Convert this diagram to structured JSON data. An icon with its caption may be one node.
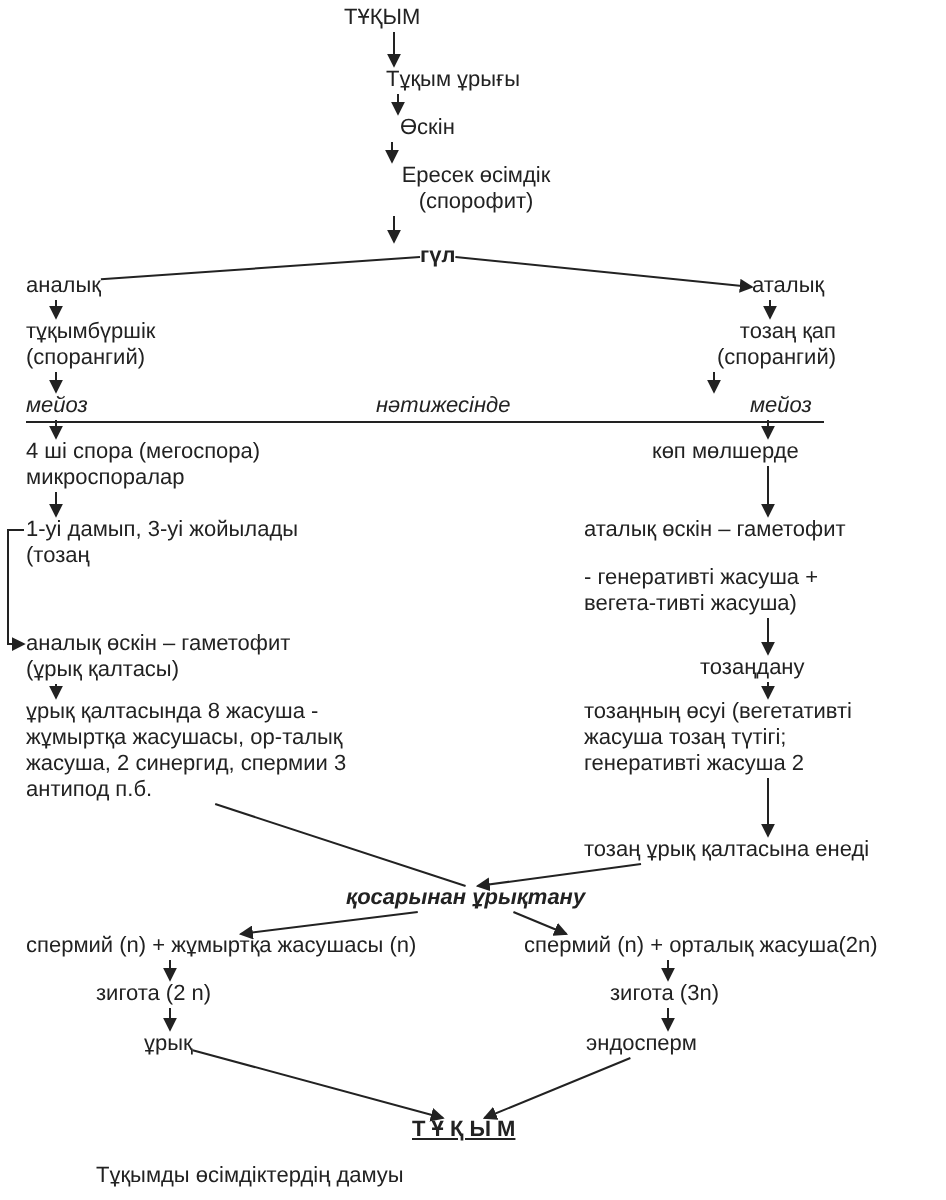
{
  "diagram": {
    "caption": "Тұқымды өсімдіктердің дамуы",
    "nodes": [
      {
        "text": [
          "ТҰҚЫМ"
        ]
      },
      {
        "text": [
          "Тұқым ұрығы"
        ]
      },
      {
        "text": [
          "Өскін"
        ]
      },
      {
        "text": [
          "Ересек өсімдік (спорофит)"
        ]
      },
      {
        "text": [
          "гүл"
        ]
      },
      {
        "text": [
          "аналық"
        ]
      },
      {
        "text": [
          "аталық"
        ]
      },
      {
        "text": [
          "тұқымбүршік (спорангий)"
        ]
      },
      {
        "text": [
          "тозаң қап (спорангий)"
        ]
      },
      {
        "text": [
          "мейоз"
        ]
      },
      {
        "text": [
          "нәтижесінде"
        ]
      },
      {
        "text": [
          "мейоз"
        ]
      },
      {
        "text": [
          "4 ші спора (мегоспора) микроспоралар"
        ]
      },
      {
        "text": [
          "көп мөлшерде"
        ]
      },
      {
        "text": [
          "1-уі дамып, 3-уі жойылады (тозаң"
        ]
      },
      {
        "text": [
          "аталық өскін – гаметофит"
        ]
      },
      {
        "text": [
          "- генеративті жасуша + вегета-тивті жасуша)"
        ]
      },
      {
        "text": [
          "аналық өскін – гаметофит (ұрық қалтасы)"
        ]
      },
      {
        "text": [
          "тозаңдану"
        ]
      },
      {
        "text": [
          "ұрық қалтасында 8 жасуша - жұмыртқа жасушасы, ор-талық жасуша, 2 синергид, спермии 3 антипод п.б."
        ]
      },
      {
        "text": [
          "тозаңның өсуі (вегетативті жасуша тозаң түтігі; генеративті жасуша 2"
        ]
      },
      {
        "text": [
          "тозаң ұрық қалтасына енеді"
        ]
      },
      {
        "text": [
          "қосарынан ұрықтану"
        ]
      },
      {
        "text": [
          "спермий (n) + жұмыртқа жасушасы (n)"
        ]
      },
      {
        "text": [
          "спермий (n) + орталық жасуша(2n)"
        ]
      },
      {
        "text": [
          "зигота (2 n)"
        ]
      },
      {
        "text": [
          "зигота (3n)"
        ]
      },
      {
        "text": [
          "ұрық"
        ]
      },
      {
        "text": [
          "эндосперм"
        ]
      },
      {
        "text": [
          "Т Ұ Қ Ы М"
        ]
      }
    ],
    "edges": [
      {
        "from": 0,
        "to": 1,
        "arrow": "to"
      },
      {
        "from": 1,
        "to": 2,
        "arrow": "to"
      },
      {
        "from": 2,
        "to": 3,
        "arrow": "to"
      },
      {
        "from": 3,
        "to": 4,
        "arrow": "to"
      },
      {
        "from": 4,
        "to": 5,
        "arrow": "none"
      },
      {
        "from": 4,
        "to": 6,
        "arrow": "to"
      },
      {
        "from": 5,
        "to": 7,
        "arrow": "to"
      },
      {
        "from": 6,
        "to": 8,
        "arrow": "to"
      },
      {
        "from": 7,
        "to": 9,
        "arrow": "to"
      },
      {
        "from": 8,
        "to": 11,
        "arrow": "to"
      },
      {
        "from": 9,
        "to": 12,
        "arrow": "to"
      },
      {
        "from": 11,
        "to": 13,
        "arrow": "to"
      },
      {
        "from": 12,
        "to": 14,
        "arrow": "to"
      },
      {
        "from": 13,
        "to": 15,
        "arrow": "to"
      },
      {
        "from": 14,
        "to": 17,
        "arrow": "to"
      },
      {
        "from": 16,
        "to": 18,
        "arrow": "to"
      },
      {
        "from": 17,
        "to": 19,
        "arrow": "to"
      },
      {
        "from": 18,
        "to": 20,
        "arrow": "to"
      },
      {
        "from": 20,
        "to": 21,
        "arrow": "to"
      },
      {
        "from": 19,
        "to": 22,
        "arrow": "none"
      },
      {
        "from": 21,
        "to": 22,
        "arrow": "to"
      },
      {
        "from": 22,
        "to": 23,
        "arrow": "to"
      },
      {
        "from": 22,
        "to": 24,
        "arrow": "to"
      },
      {
        "from": 23,
        "to": 25,
        "arrow": "to"
      },
      {
        "from": 24,
        "to": 26,
        "arrow": "to"
      },
      {
        "from": 25,
        "to": 27,
        "arrow": "to"
      },
      {
        "from": 26,
        "to": 28,
        "arrow": "to"
      },
      {
        "from": 27,
        "to": 29,
        "arrow": "to"
      },
      {
        "from": 28,
        "to": 29,
        "arrow": "to"
      }
    ]
  }
}
